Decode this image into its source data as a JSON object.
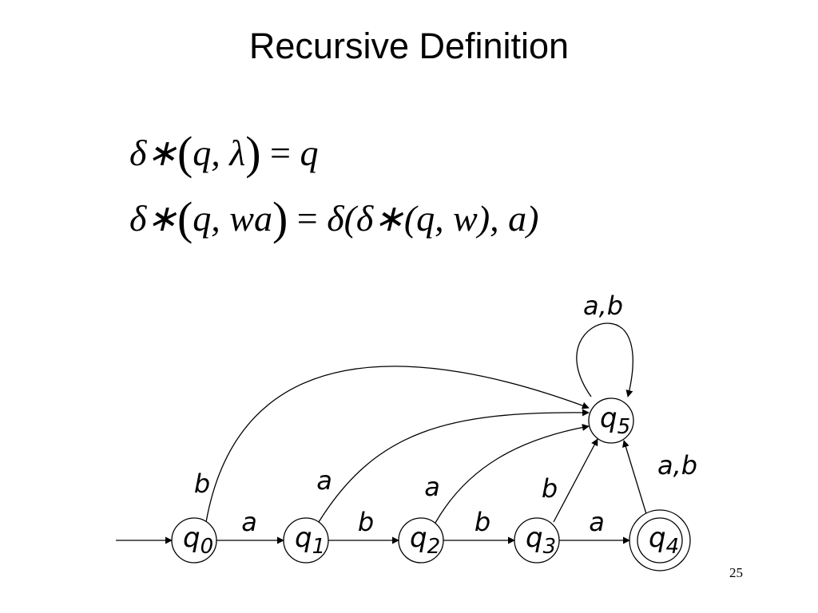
{
  "title": "Recursive Definition",
  "formulas": {
    "line1": {
      "delta_star": "δ∗",
      "open": "(",
      "args": "q, λ",
      "close": ")",
      "eq": "=",
      "rhs": "q"
    },
    "line2": {
      "delta_star": "δ∗",
      "open": "(",
      "args": "q, wa",
      "close": ")",
      "eq": "=",
      "rhs": "δ(δ∗(q, w), a)"
    }
  },
  "states": [
    {
      "id": "q0",
      "base": "q",
      "sub": "0",
      "accepting": false,
      "initial": true
    },
    {
      "id": "q1",
      "base": "q",
      "sub": "1",
      "accepting": false,
      "initial": false
    },
    {
      "id": "q2",
      "base": "q",
      "sub": "2",
      "accepting": false,
      "initial": false
    },
    {
      "id": "q3",
      "base": "q",
      "sub": "3",
      "accepting": false,
      "initial": false
    },
    {
      "id": "q4",
      "base": "q",
      "sub": "4",
      "accepting": true,
      "initial": false
    },
    {
      "id": "q5",
      "base": "q",
      "sub": "5",
      "accepting": false,
      "initial": false
    }
  ],
  "transitions": [
    {
      "from": "q0",
      "to": "q1",
      "label": "a"
    },
    {
      "from": "q1",
      "to": "q2",
      "label": "b"
    },
    {
      "from": "q2",
      "to": "q3",
      "label": "b"
    },
    {
      "from": "q3",
      "to": "q4",
      "label": "a"
    },
    {
      "from": "q0",
      "to": "q5",
      "label": "b"
    },
    {
      "from": "q1",
      "to": "q5",
      "label": "a"
    },
    {
      "from": "q2",
      "to": "q5",
      "label": "a"
    },
    {
      "from": "q3",
      "to": "q5",
      "label": "b"
    },
    {
      "from": "q4",
      "to": "q5",
      "label": "a,b"
    },
    {
      "from": "q5",
      "to": "q5",
      "label": "a,b"
    }
  ],
  "page_number": "25"
}
